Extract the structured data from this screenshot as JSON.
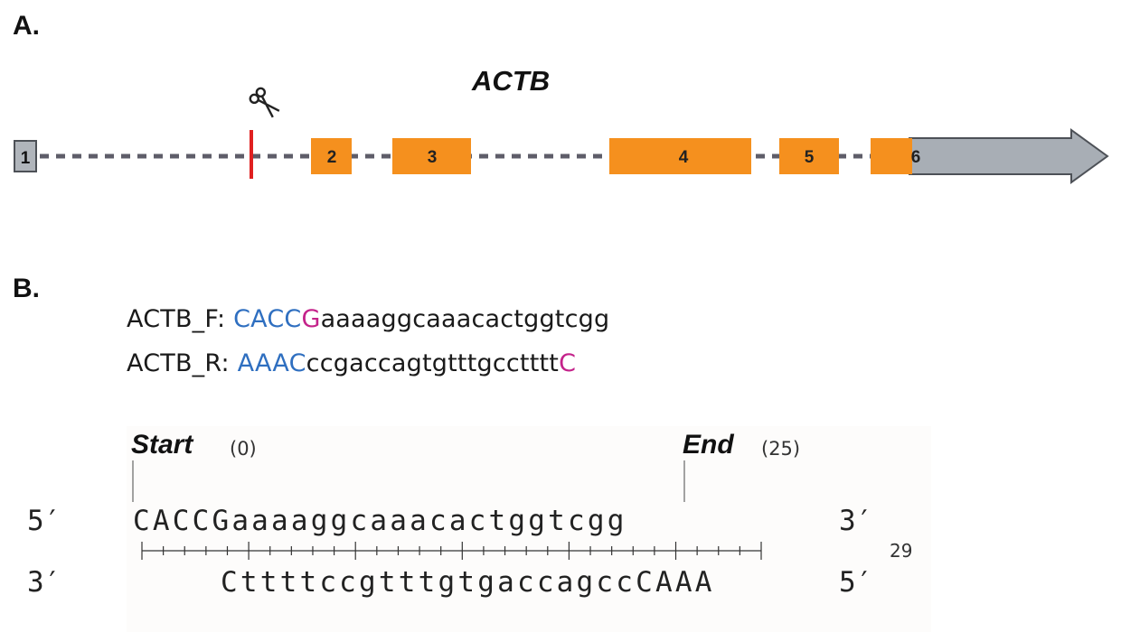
{
  "panel_a": {
    "label": "A.",
    "gene_name": "ACTB",
    "scissors_icon": "scissors",
    "exons": [
      {
        "label": "1",
        "color": "#b0b5bb"
      },
      {
        "label": "2",
        "color": "#f5901e"
      },
      {
        "label": "3",
        "color": "#f5901e"
      },
      {
        "label": "4",
        "color": "#f5901e"
      },
      {
        "label": "5",
        "color": "#f5901e"
      },
      {
        "label": "6",
        "color": "#f5901e"
      }
    ],
    "colors": {
      "exon": "#f5901e",
      "utr": "#b0b5bb",
      "intron": "#5e5d69",
      "cut_site": "#e02020"
    }
  },
  "panel_b": {
    "label": "B.",
    "primers": [
      {
        "name": "ACTB_F: ",
        "adapter": "CACC",
        "extra": "G",
        "sequence": "aaaaggcaaacactggtcgg",
        "tail": ""
      },
      {
        "name": "ACTB_R: ",
        "adapter": "AAAC",
        "extra": "",
        "sequence": "ccgaccagtgtttgcctttt",
        "tail": "C"
      }
    ],
    "colors": {
      "adapter": "#2f6fc0",
      "extra_base": "#c4228a"
    },
    "duplex": {
      "start_label": "Start",
      "start_value": "(0)",
      "end_label": "End",
      "end_value": "(25)",
      "top_5prime": "5′",
      "top_sequence": "CACCGaaaaggcaaacactggtcgg",
      "top_3prime": "3′",
      "bottom_3prime": "3′",
      "bottom_sequence": "CttttccgtttgtgaccagccCAAA",
      "bottom_5prime": "5′",
      "length": "29"
    }
  }
}
